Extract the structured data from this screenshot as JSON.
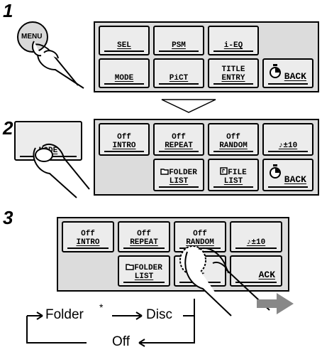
{
  "steps": [
    "1",
    "2",
    "3"
  ],
  "step1": {
    "press_button_label": "MENU",
    "menu_buttons": [
      "SEL",
      "PSM",
      "i-EQ",
      "MODE",
      "PiCT"
    ],
    "title_entry": [
      "TITLE",
      "ENTRY"
    ],
    "back_label": "BACK"
  },
  "step2": {
    "press_button_label": "MODE",
    "intro": [
      "Off",
      "INTRO"
    ],
    "repeat": [
      "Off",
      "REPEAT"
    ],
    "random": [
      "Off",
      "RANDOM"
    ],
    "skip": "♪±10",
    "folder_list": [
      "FOLDER",
      "LIST"
    ],
    "file_list": [
      "FILE",
      "LIST"
    ],
    "back_label": "BACK"
  },
  "step3": {
    "intro": [
      "Off",
      "INTRO"
    ],
    "repeat": [
      "Off",
      "REPEAT"
    ],
    "random": [
      "Off",
      "RANDOM"
    ],
    "skip": "♪±10",
    "folder_list": [
      "FOLDER",
      "LIST"
    ],
    "file_list_partial": "LI",
    "back_partial": "ACK"
  },
  "cycle": {
    "folder": "Folder",
    "asterisk": "*",
    "disc": "Disc",
    "off": "Off"
  },
  "icons": [
    "pointing-hand-icon",
    "stopwatch-icon",
    "folder-icon",
    "file-icon",
    "down-arrow-icon",
    "right-arrow-icon"
  ]
}
